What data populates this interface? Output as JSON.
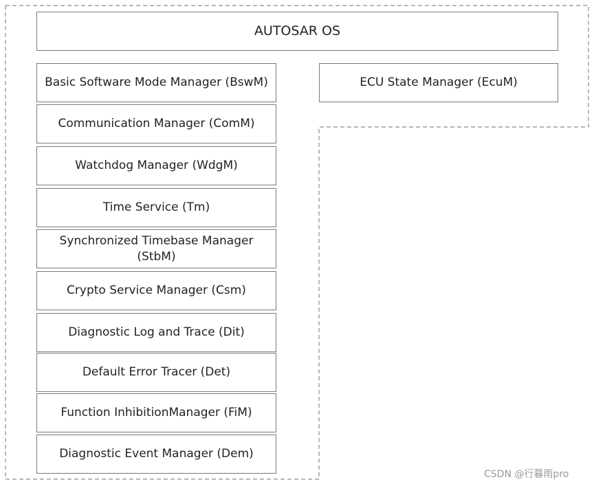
{
  "title": "AUTOSAR OS",
  "ecu_state_manager": "ECU State Manager (EcuM)",
  "modules": [
    "Basic Software Mode Manager (BswM)",
    "Communication Manager (ComM)",
    "Watchdog Manager (WdgM)",
    "Time Service (Tm)",
    "Synchronized Timebase Manager (StbM)",
    "Crypto Service Manager (Csm)",
    "Diagnostic Log and Trace (Dit)",
    "Default Error Tracer (Det)",
    "Function InhibitionManager (FiM)",
    "Diagnostic Event Manager (Dem)"
  ],
  "watermark": "CSDN @行暮雨pro",
  "colors": {
    "border": "#7a7a7a",
    "dashed_outline": "#8a8a8a",
    "text": "#222222",
    "watermark": "#9a9a9a"
  }
}
